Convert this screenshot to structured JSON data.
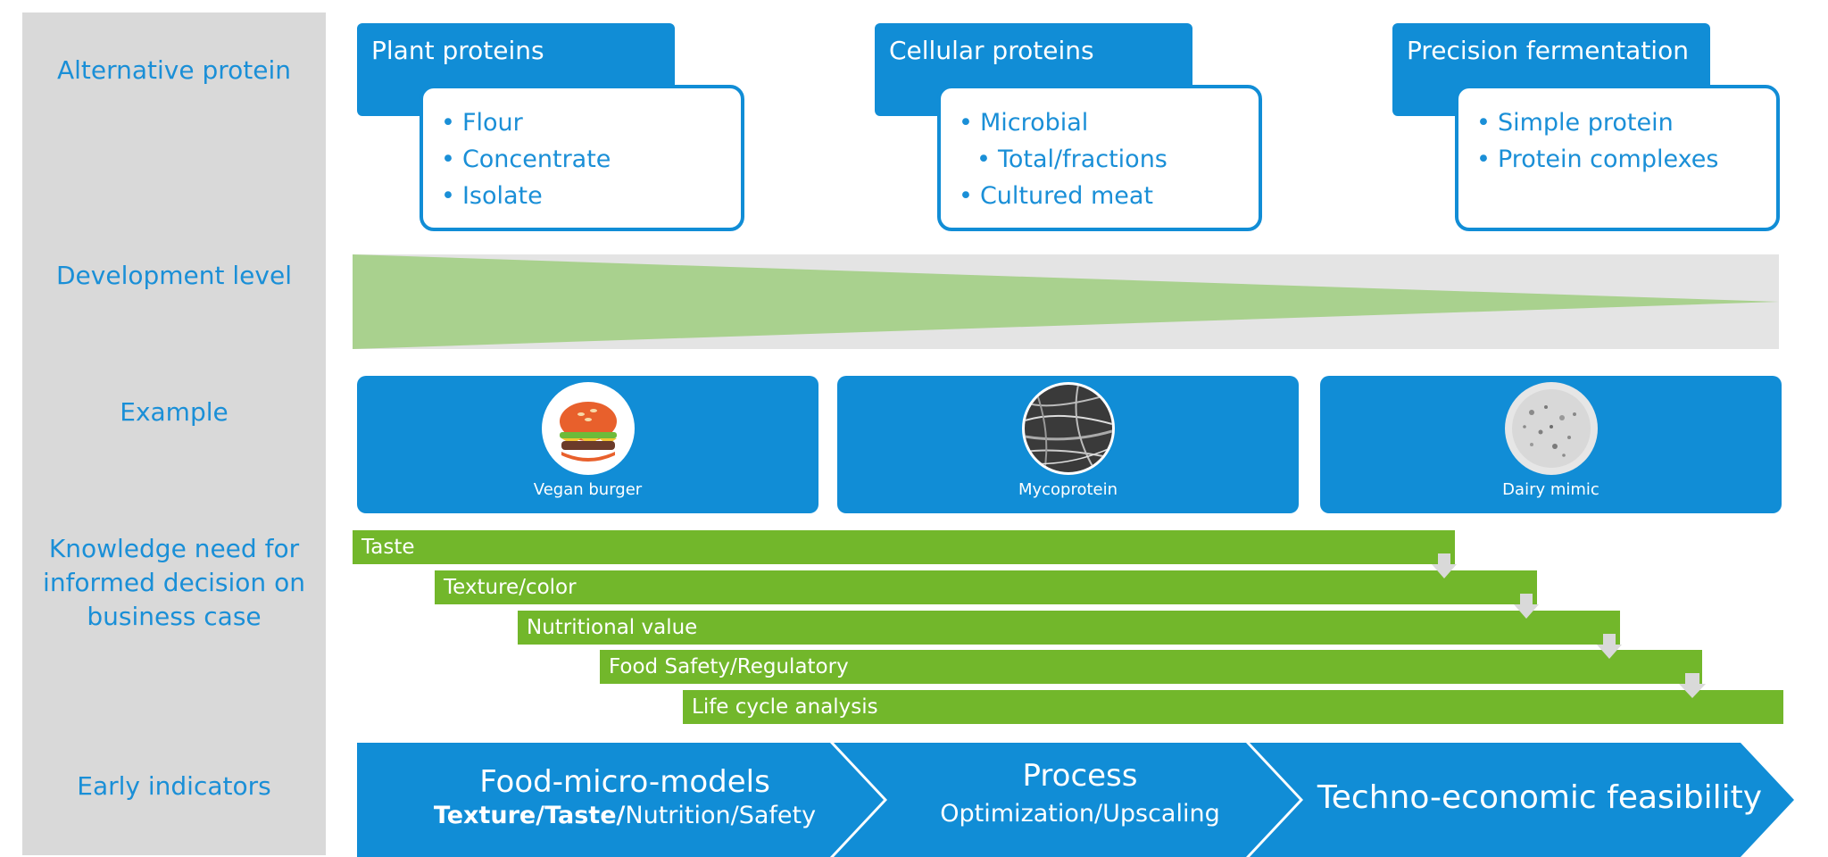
{
  "labels": {
    "alt_protein": "Alternative protein",
    "development": "Development level",
    "example": "Example",
    "knowledge_l1": "Knowledge need for",
    "knowledge_l2": "informed decision on",
    "knowledge_l3": "business case",
    "early": "Early indicators"
  },
  "categories": [
    {
      "title": "Plant proteins",
      "items": [
        "Flour",
        "Concentrate",
        "Isolate"
      ]
    },
    {
      "title": "Cellular proteins",
      "items": [
        "Microbial",
        "Total/fractions",
        "Cultured meat"
      ]
    },
    {
      "title": "Precision fermentation",
      "items": [
        "Simple protein",
        "Protein complexes"
      ]
    }
  ],
  "examples": [
    {
      "caption": "Vegan burger",
      "icon": "burger-icon"
    },
    {
      "caption": "Mycoprotein",
      "icon": "mycoprotein-micrograph-icon"
    },
    {
      "caption": "Dairy mimic",
      "icon": "dairy-micrograph-icon"
    }
  ],
  "knowledge_bars": [
    "Taste",
    "Texture/color",
    "Nutritional value",
    "Food Safety/Regulatory",
    "Life cycle analysis"
  ],
  "indicators": {
    "s1_title": "Food-micro-models",
    "s1_sub_a": "Texture/Taste/",
    "s1_sub_b": "Nutrition/Safety",
    "s2_title": "Process",
    "s2_sub": "Optimization/Upscaling",
    "s3_title": "Techno-economic feasibility"
  },
  "colors": {
    "blue": "#118dd6",
    "label_blue": "#1a8fd7",
    "green_bar": "#72b72b",
    "green_wedge": "#a9d18e",
    "grey": "#d9d9d9"
  }
}
